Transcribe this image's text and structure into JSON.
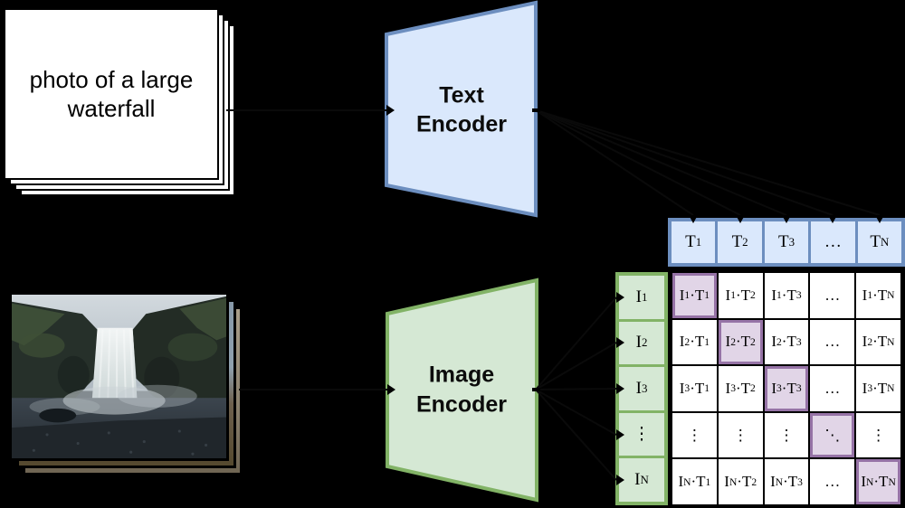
{
  "inputs": {
    "text_prompt": "photo of a large waterfall",
    "image_alt": "waterfall photo"
  },
  "encoders": {
    "text": {
      "label": "Text Encoder"
    },
    "image": {
      "label": "Image Encoder"
    }
  },
  "matrix": {
    "col_headers": [
      "T_1",
      "T_2",
      "T_3",
      "…",
      "T_N"
    ],
    "row_headers": [
      "I_1",
      "I_2",
      "I_3",
      "⋮",
      "I_N"
    ],
    "cells": [
      [
        "I_1·T_1",
        "I_1·T_2",
        "I_1·T_3",
        "…",
        "I_1·T_N"
      ],
      [
        "I_2·T_1",
        "I_2·T_2",
        "I_2·T_3",
        "…",
        "I_2·T_N"
      ],
      [
        "I_3·T_1",
        "I_3·T_2",
        "I_3·T_3",
        "…",
        "I_3·T_N"
      ],
      [
        "⋮",
        "⋮",
        "⋮",
        "⋱",
        "⋮"
      ],
      [
        "I_N·T_1",
        "I_N·T_2",
        "I_N·T_3",
        "…",
        "I_N·T_N"
      ]
    ],
    "highlighted_cells": [
      [
        0,
        0
      ],
      [
        1,
        1
      ],
      [
        2,
        2
      ],
      [
        3,
        3
      ],
      [
        4,
        4
      ]
    ]
  },
  "colors": {
    "background": "#000000",
    "card_fill": "#ffffff",
    "text_encoder_fill": "#dae8fc",
    "text_encoder_border": "#6c8ebf",
    "image_encoder_fill": "#d5e8d4",
    "image_encoder_border": "#82b366",
    "highlight_fill": "#e1d5e7",
    "highlight_border": "#9673a6",
    "cell_fill": "#ffffff",
    "grid": "#000000",
    "arrow": "#000000"
  }
}
